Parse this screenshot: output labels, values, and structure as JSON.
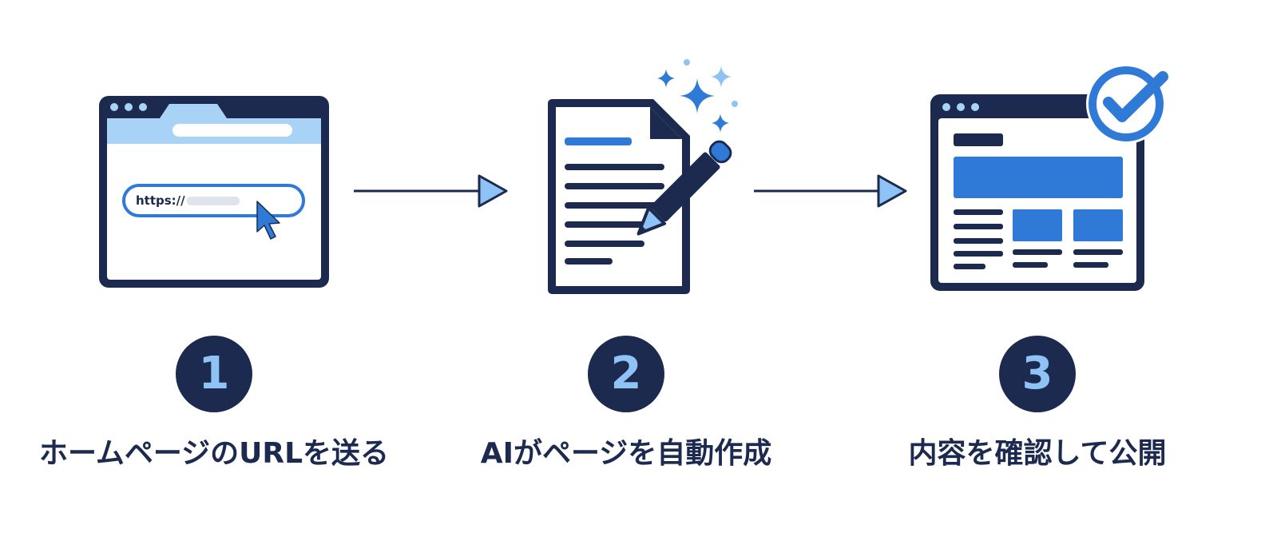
{
  "colors": {
    "navy": "#1c2a4f",
    "blue": "#2f7ad6",
    "light_blue": "#8fc3f5",
    "pale_blue": "#dfe3ec",
    "white": "#ffffff"
  },
  "steps": [
    {
      "number": "1",
      "label": "ホームページのURLを送る",
      "icon": "browser-url-icon",
      "url_text": "https://"
    },
    {
      "number": "2",
      "label": "AIがページを自動作成",
      "icon": "document-pencil-sparkle-icon"
    },
    {
      "number": "3",
      "label": "内容を確認して公開",
      "icon": "webpage-check-icon"
    }
  ]
}
